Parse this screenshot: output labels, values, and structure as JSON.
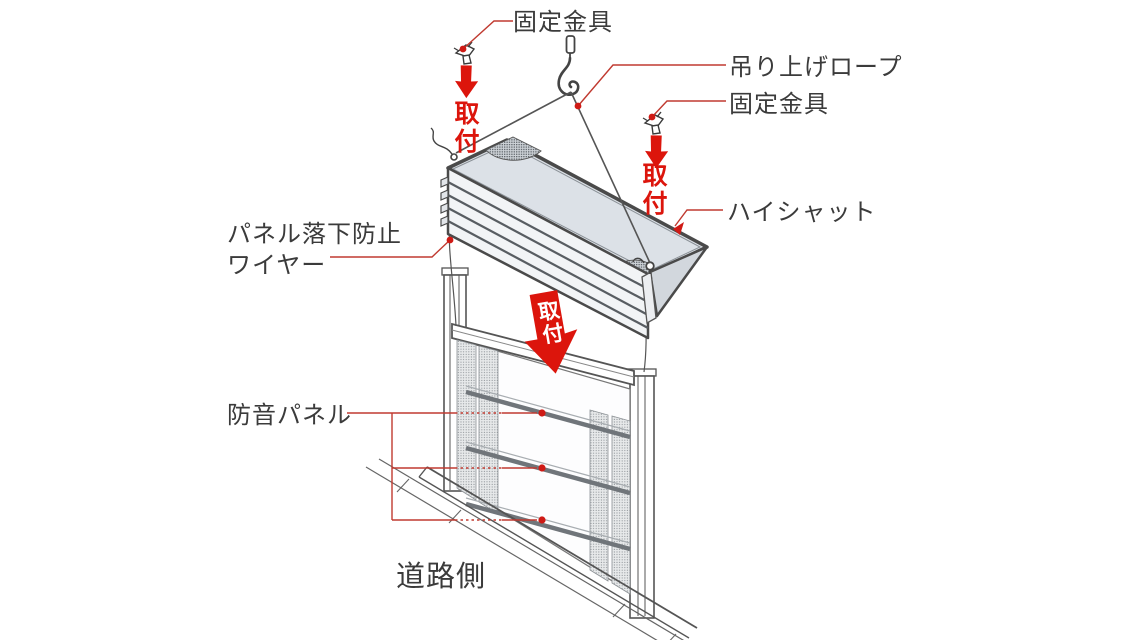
{
  "diagram": {
    "kind": "installation-diagram",
    "scene": "noise-barrier canopy lifting and mounting"
  },
  "labels": {
    "fixing_bracket_top": "固定金具",
    "lifting_rope": "吊り上げロープ",
    "fixing_bracket_right": "固定金具",
    "product_name": "ハイシャット",
    "fall_prevention_wire": "パネル落下防止\nワイヤー",
    "soundproof_panel": "防音パネル",
    "road_side": "道路側",
    "install_action_left": "取付",
    "install_action_right": "取付",
    "install_action_center": "取付"
  },
  "colors": {
    "accent_red": "#dc150c",
    "leader_red": "#c03a30",
    "text_dark": "#3b3b3b",
    "line_dark": "#4a4a4a",
    "canopy_top_fill": "#dce1e7",
    "canopy_end_fill": "#d2d7dd",
    "mesh_gray": "#90959a",
    "background": "#ffffff"
  },
  "icons": {
    "crane_hook": "crane-hook-icon",
    "fixing_bracket": "fixing-bracket-icon",
    "down_arrow": "down-arrow-icon",
    "leader_dot": "leader-dot"
  }
}
